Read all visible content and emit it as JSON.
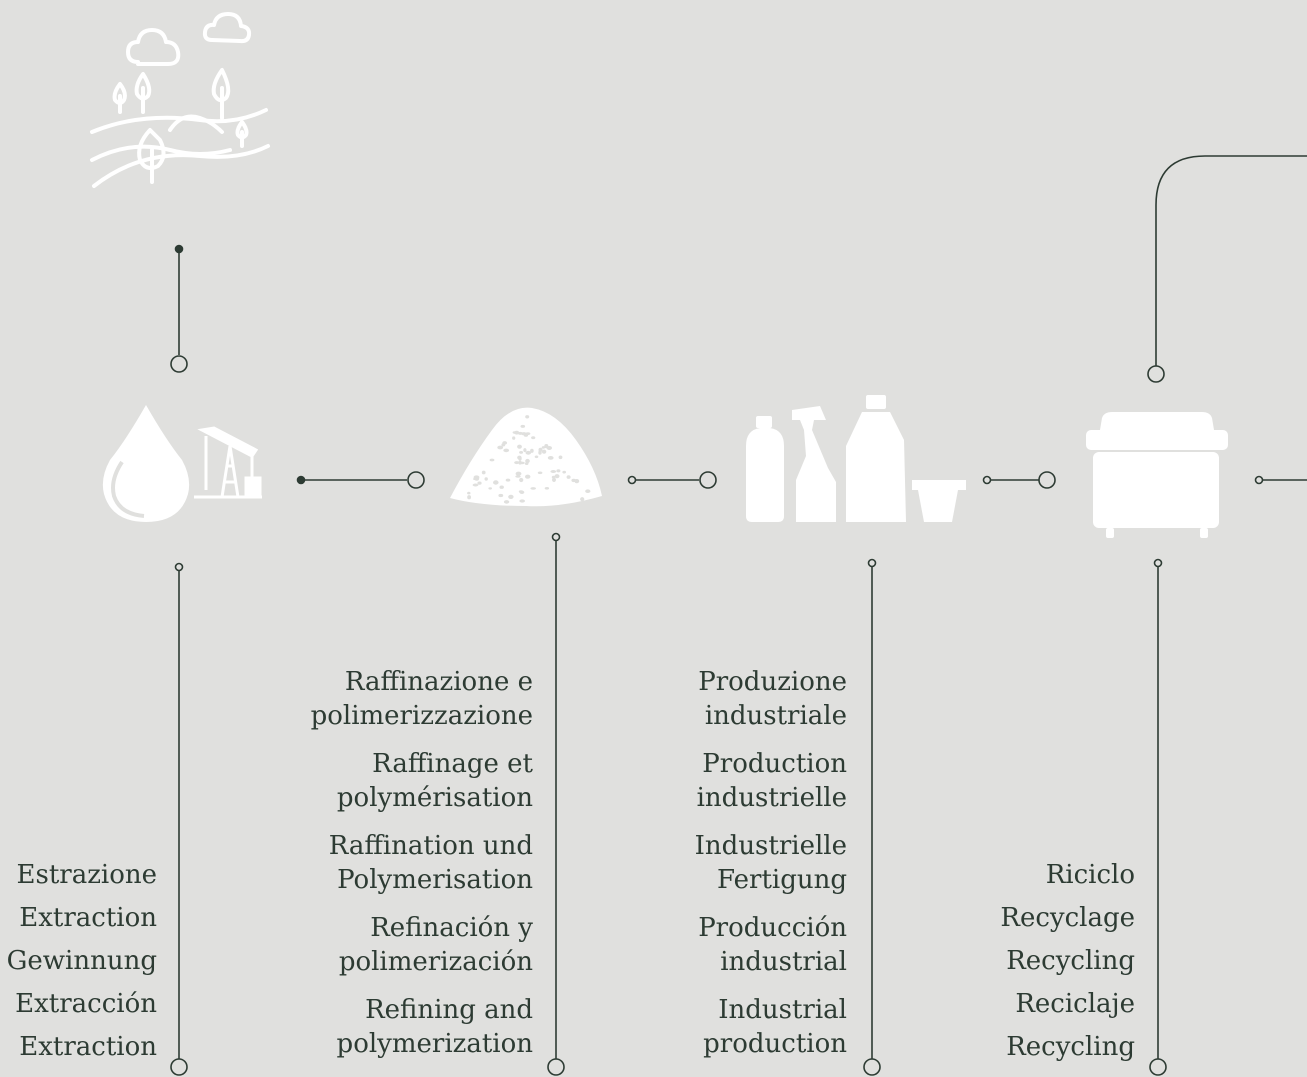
{
  "colors": {
    "background": "#e0e0de",
    "line": "#2d3b33",
    "icon": "#ffffff",
    "text": "#2d3b33"
  },
  "icons": [
    "landscape-icon",
    "oil-drop-icon",
    "oil-pump-icon",
    "polymer-granules-icon",
    "bottles-icon",
    "bin-icon"
  ],
  "stages": [
    {
      "name": "extraction",
      "lines": [
        "Estrazione",
        "Extraction",
        "Gewinnung",
        "Extracción",
        "Extraction"
      ]
    },
    {
      "name": "refining",
      "lines": [
        [
          "Raffinazione e",
          "polimerizzazione"
        ],
        [
          "Raffinage et",
          "polymérisation"
        ],
        [
          "Raffination und",
          "Polymerisation"
        ],
        [
          "Refinación y",
          "polimerización"
        ],
        [
          "Refining and",
          "polymerization"
        ]
      ]
    },
    {
      "name": "production",
      "lines": [
        [
          "Produzione",
          "industriale"
        ],
        [
          "Production",
          "industrielle"
        ],
        [
          "Industrielle",
          "Fertigung"
        ],
        [
          "Producción",
          "industrial"
        ],
        [
          "Industrial",
          "production"
        ]
      ]
    },
    {
      "name": "recycling",
      "lines": [
        "Riciclo",
        "Recyclage",
        "Recycling",
        "Reciclaje",
        "Recycling"
      ]
    }
  ]
}
